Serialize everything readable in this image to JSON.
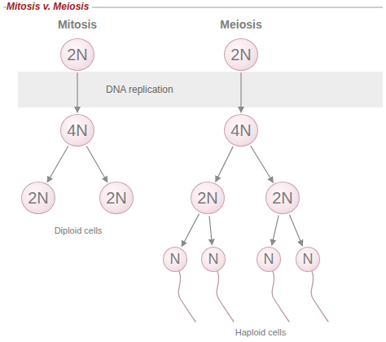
{
  "diagram": {
    "title": "Mitosis v. Meiosis",
    "nodes": [
      {
        "text": [
          "2N"
        ]
      },
      {
        "text": [
          "2N"
        ]
      },
      {
        "text": [
          "DNA replication"
        ]
      },
      {
        "text": [
          "4N"
        ]
      },
      {
        "text": [
          "4N"
        ]
      },
      {
        "text": [
          "2N"
        ]
      },
      {
        "text": [
          "2N"
        ]
      },
      {
        "text": [
          "2N"
        ]
      },
      {
        "text": [
          "2N"
        ]
      },
      {
        "text": [
          "N"
        ]
      },
      {
        "text": [
          "N"
        ]
      },
      {
        "text": [
          "N"
        ]
      },
      {
        "text": [
          "N"
        ]
      }
    ],
    "edges": [
      {
        "from": 0,
        "to": 3,
        "arrow": "to"
      },
      {
        "from": 1,
        "to": 4,
        "arrow": "to"
      },
      {
        "from": 3,
        "to": 5,
        "arrow": "to"
      },
      {
        "from": 3,
        "to": 6,
        "arrow": "to"
      },
      {
        "from": 4,
        "to": 7,
        "arrow": "to"
      },
      {
        "from": 4,
        "to": 8,
        "arrow": "to"
      },
      {
        "from": 7,
        "to": 9,
        "arrow": "to"
      },
      {
        "from": 7,
        "to": 10,
        "arrow": "to"
      },
      {
        "from": 8,
        "to": 11,
        "arrow": "to"
      },
      {
        "from": 8,
        "to": 12,
        "arrow": "to"
      }
    ],
    "labels": [
      "Mitosis",
      "Meiosis",
      "Diploid cells",
      "Haploid cells"
    ]
  }
}
